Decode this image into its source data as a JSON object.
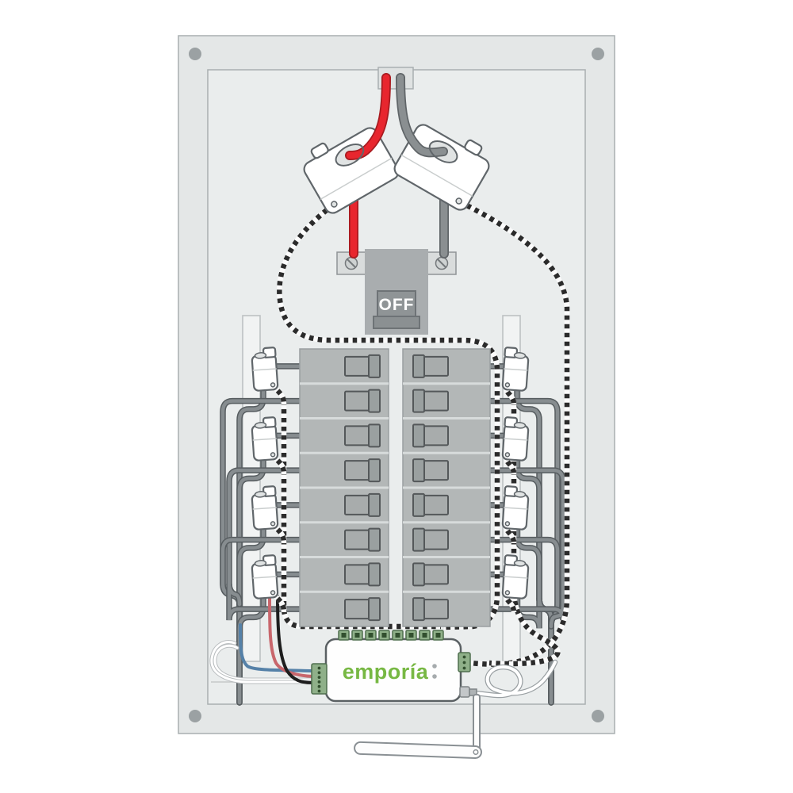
{
  "main_breaker": {
    "label": "OFF"
  },
  "device": {
    "brand": "emporía",
    "led_count": 2,
    "top_connector_count": 8,
    "left_terminal_pins": 6,
    "right_terminal_pins": 3
  },
  "breaker_panel": {
    "columns": 2,
    "breakers_per_column": 8
  },
  "ct_clamps": {
    "large_count": 2,
    "small_left_count": 4,
    "small_right_count": 4
  },
  "colors": {
    "page": "#ffffff",
    "panel": "#e4e7e7",
    "panel_stroke": "#a9afb1",
    "inner": "#eaeded",
    "inner_stroke": "#a9afb1",
    "screw": "#9ba1a3",
    "seam": "#c6caca",
    "rail": "#f1f3f3",
    "rail_stroke": "#b9bec0",
    "col": "#b3b7b7",
    "col_stroke": "#999fa1",
    "row_sep": "#d7dbdb",
    "toggle_body": "#a8acac",
    "toggle_tab": "#9aa0a0",
    "toggle_stroke": "#54585a",
    "plate": "#d9dcdc",
    "plate_stroke": "#8f9496",
    "breaker_body": "#a9adaf",
    "breaker_toggle": "#8f9496",
    "breaker_handle": "#8b9092",
    "breaker_stroke": "#6e7376",
    "connector_box": "#dfe2e2",
    "wire_red": "#e8262e",
    "wire_red_dark": "#a81b20",
    "wire_gray": "#8a8f91",
    "wire_gray_dark": "#606568",
    "branch": "#878d90",
    "branch_dark": "#575d60",
    "tw_black": "#2b2b2b",
    "tw_white": "#fbfbfb",
    "ct_fill": "#ffffff",
    "ct_stroke": "#60666a",
    "ct_interior": "#e0e3e3",
    "green": "#77b843",
    "connector": "#8fb089",
    "connector_stroke": "#4f6f4e",
    "pin": "#32502f",
    "led": "#a6abad",
    "thin_red": "#c8666c",
    "thin_black": "#1e1e1e",
    "thin_blue": "#5581a8",
    "thin_white": "#ffffff",
    "thin_white_edge": "#b9bdbf",
    "antenna": "#fdfdfd",
    "antenna_stroke": "#8a9094",
    "cable_edge": "#9aa0a3"
  }
}
